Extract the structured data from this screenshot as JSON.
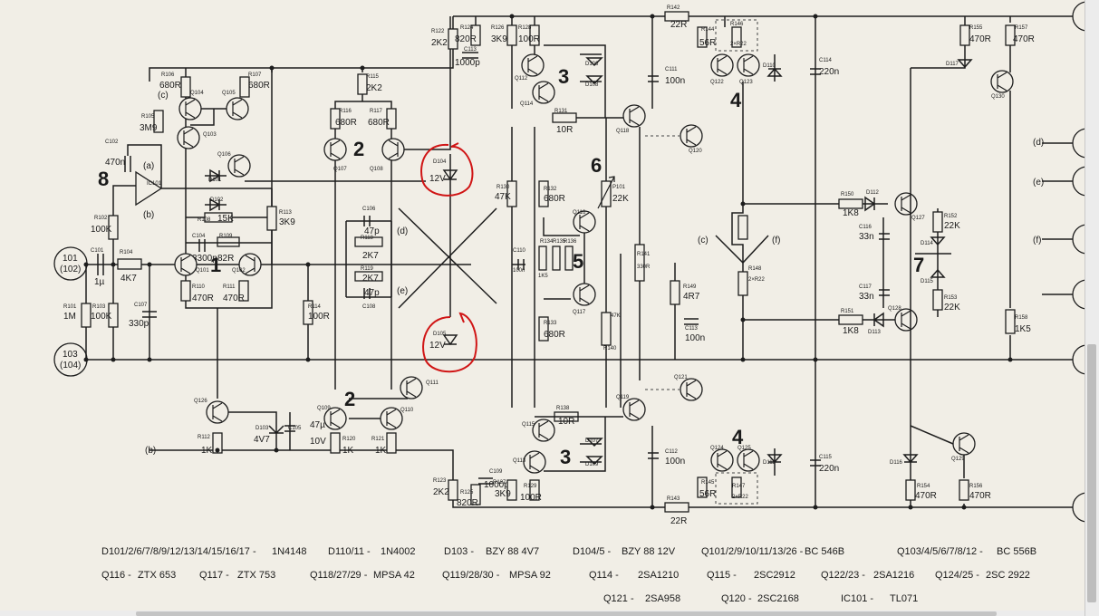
{
  "schematic": {
    "connectors": [
      {
        "id": "101",
        "sub": "(102)"
      },
      {
        "id": "103",
        "sub": "(104)"
      }
    ],
    "nets": {
      "a": "(a)",
      "b": "(b)",
      "c": "(c)",
      "d": "(d)",
      "e": "(e)",
      "f": "(f)"
    },
    "stage_numbers": [
      "1",
      "2",
      "2",
      "3",
      "3",
      "4",
      "4",
      "5",
      "6",
      "7",
      "8"
    ],
    "components": {
      "C101": "C101",
      "C101_val": "1µ",
      "R101": "R101",
      "R101_val": "1M",
      "R102": "R102",
      "R102_val": "100K",
      "R103": "R103",
      "R103_val": "100K",
      "R104": "R104",
      "R104_val": "4K7",
      "C107": "C107",
      "C107_val": "330p",
      "C102": "C102",
      "C102_val": "470n",
      "IC101": "IC101",
      "R105": "R105",
      "R105_val": "3M9",
      "R106": "R106",
      "R106_val": "680R",
      "R107": "R107",
      "R107_val": "680R",
      "Q104": "Q104",
      "Q105": "Q105",
      "Q103": "Q103",
      "Q106": "Q106",
      "D101": "D101",
      "D102": "D102",
      "R108": "R108",
      "R108_val": "15K",
      "C104": "C104",
      "C104_val": "3300p",
      "R109": "R109",
      "R109_val": "82R",
      "Q101": "Q101",
      "Q102": "Q102",
      "R110": "R110",
      "R110_val": "470R",
      "R111": "R111",
      "R111_val": "470R",
      "R113": "R113",
      "R113_val": "3K9",
      "R115": "R115",
      "R115_val": "2K2",
      "R116": "R116",
      "R116_val": "680R",
      "R117": "R117",
      "R117_val": "680R",
      "Q107": "Q107",
      "Q108": "Q108",
      "D104": "D104",
      "D104_val": "12V",
      "D105": "D105",
      "D105_val": "12V",
      "C106": "C106",
      "C106_val": "47p",
      "R118": "R118",
      "R118_val": "2K7",
      "R119": "R119",
      "R119_val": "2K7",
      "C108": "C108",
      "C108_val": "47p",
      "R114": "R114",
      "R114_val": "100R",
      "Q126": "Q126",
      "R112": "R112",
      "R112_val": "1K",
      "D103": "D103",
      "D103_val": "4V7",
      "C105": "C105",
      "C105_val": "47µ",
      "C105_v": "10V",
      "Q109": "Q109",
      "Q111": "Q111",
      "Q110": "Q110",
      "R120": "R120",
      "R120_val": "1K",
      "R121": "R121",
      "R121_val": "1K",
      "R122": "R122",
      "R122_val": "2K2",
      "R124": "R124",
      "R124_val": "820R",
      "C113": "C113",
      "C113_val": "1000p",
      "R126": "R126",
      "R126_val": "3K9",
      "R128": "R128",
      "R128_val": "100R",
      "Q112": "Q112",
      "Q114": "Q114",
      "D106": "D106",
      "D108": "D108",
      "R131": "R131",
      "R131_val": "10R",
      "R130": "R130",
      "R130_val": "47K",
      "R132": "R132",
      "R132_val": "680R",
      "C110": "C110",
      "C110_val": "100n",
      "R134": "R134",
      "R134_val": "1K5",
      "R135": "R135",
      "R136": "R136",
      "Q116": "Q116",
      "Q117": "Q117",
      "R133": "R133",
      "R133_val": "680R",
      "R137": "R137",
      "R137_val": "47K",
      "P101": "P101",
      "P101_val": "22K",
      "R140": "R140",
      "R140_val": "R140",
      "R141": "R141",
      "R141_val": "330R",
      "R138": "R138",
      "R138_val": "10R",
      "Q115": "Q115",
      "Q113": "Q113",
      "D107": "D107",
      "D109": "D109",
      "C109": "C109",
      "C109_val": "1000p",
      "R123": "R123",
      "R123_val": "2K2",
      "R125": "R125",
      "R125_val": "820R",
      "R127": "R127",
      "R127_val": "3K9",
      "R129": "R129",
      "R129_val": "100R",
      "Q118": "Q118",
      "Q119": "Q119",
      "Q120": "Q120",
      "Q121": "Q121",
      "C111": "C111",
      "C111_val": "100n",
      "C112": "C112",
      "C112_val": "100n",
      "R142": "R142",
      "R142_val": "22R",
      "R143": "R143",
      "R143_val": "22R",
      "R144": "R144",
      "R144_val": "56R",
      "R146": "R146",
      "R146_val": "2×R22",
      "R145": "R145",
      "R145_val": "56R",
      "R147": "R147",
      "R147_val": "2×R22",
      "Q122": "Q122",
      "Q123": "Q123",
      "Q124": "Q124",
      "Q125": "Q125",
      "D110": "D110",
      "D111": "D111",
      "C114": "C114",
      "C114_val": "220n",
      "C115": "C115",
      "C115_val": "220n",
      "R149": "R149",
      "R149_val": "4R7",
      "C113b": "C113",
      "C113b_val": "100n",
      "R148": "R148",
      "R148_val": "2×R22",
      "R150": "R150",
      "R150_val": "1K8",
      "R151": "R151",
      "R151_val": "1K8",
      "D112": "D112",
      "D113": "D113",
      "Q127": "Q127",
      "Q128": "Q128",
      "C116": "C116",
      "C116_val": "33n",
      "C117": "C117",
      "C117_val": "33n",
      "R152": "R152",
      "R152_val": "22K",
      "R153": "R153",
      "R153_val": "22K",
      "D114": "D114",
      "D115": "D115",
      "R155": "R155",
      "R155_val": "470R",
      "R157": "R157",
      "R157_val": "470R",
      "D117": "D117",
      "Q130": "Q130",
      "R158": "R158",
      "R158_val": "1K5",
      "D116": "D116",
      "Q129": "Q129",
      "R154": "R154",
      "R154_val": "470R",
      "R156": "R156",
      "R156_val": "470R"
    }
  },
  "parts_list": {
    "row1": [
      {
        "refs": "D101/2/6/7/8/9/12/13/14/15/16/17 -",
        "part": "1N4148"
      },
      {
        "refs": "D110/11 -",
        "part": "1N4002"
      },
      {
        "refs": "D103 -",
        "part": "BZY 88 4V7"
      },
      {
        "refs": "D104/5 -",
        "part": "BZY 88 12V"
      },
      {
        "refs": "Q101/2/9/10/11/13/26 -",
        "part": "BC 546B"
      },
      {
        "refs": "Q103/4/5/6/7/8/12 -",
        "part": "BC 556B"
      }
    ],
    "row2": [
      {
        "refs": "Q116 -",
        "part": "ZTX 653"
      },
      {
        "refs": "Q117 -",
        "part": "ZTX 753"
      },
      {
        "refs": "Q118/27/29 -",
        "part": "MPSA 42"
      },
      {
        "refs": "Q119/28/30 -",
        "part": "MPSA 92"
      },
      {
        "refs": "Q114 -",
        "part": "2SA1210"
      },
      {
        "refs": "Q115 -",
        "part": "2SC2912"
      },
      {
        "refs": "Q122/23 -",
        "part": "2SA1216"
      },
      {
        "refs": "Q124/25 -",
        "part": "2SC 2922"
      }
    ],
    "row3": [
      {
        "refs": "Q121 -",
        "part": "2SA958"
      },
      {
        "refs": "Q120 -",
        "part": "2SC2168"
      },
      {
        "refs": "IC101 -",
        "part": "TL071"
      }
    ]
  },
  "colors": {
    "paper": "#f1eee6",
    "ink": "#1d1d1d",
    "annotation": "#d01515"
  }
}
